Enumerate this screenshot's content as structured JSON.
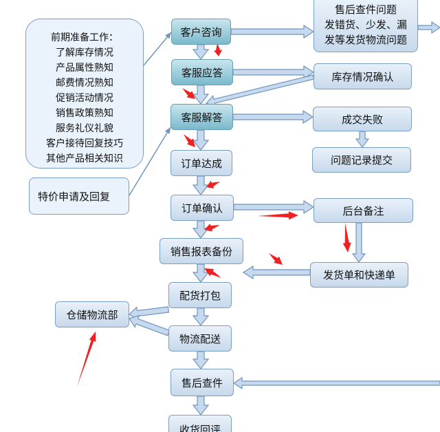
{
  "prep_box": {
    "title": "前期准备工作：",
    "items": [
      "了解库存情况",
      "产品属性熟知",
      "邮费情况熟知",
      "促销活动情况",
      "销售政策熟知",
      "服务礼仪礼貌",
      "客户接待回复技巧",
      "其他产品相关知识"
    ]
  },
  "special_box": "特价申请及回复",
  "main_flow": [
    "客户咨询",
    "客服应答",
    "客服解答",
    "订单达成",
    "订单确认",
    "销售报表备份",
    "配货打包",
    "物流配送",
    "售后查件",
    "收货回评"
  ],
  "side_boxes": {
    "after_sales_issues": [
      "售后查件问题",
      "发错货、少发、漏",
      "发等发货物流问题"
    ],
    "stock_check": "库存情况确认",
    "deal_failed": "成交失败",
    "issue_record": "问题记录提交",
    "backend_note": "后台备注",
    "ship_doc": "发货单和快递单",
    "warehouse": "仓储物流部"
  },
  "colors": {
    "arrow_fill": "#c6d9ee",
    "arrow_stroke": "#6f95bd",
    "red": "#ee2222"
  }
}
